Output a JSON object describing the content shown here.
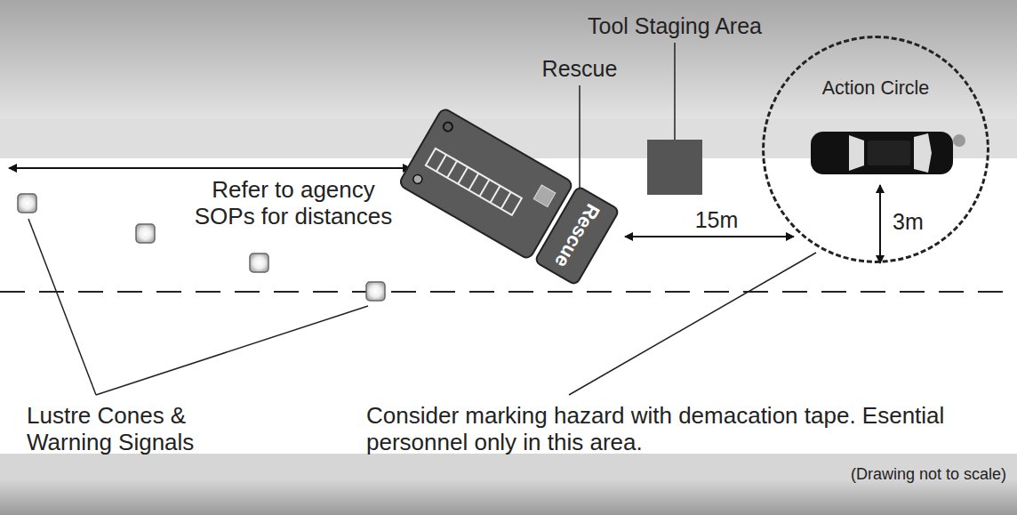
{
  "diagram": {
    "nodes": [
      {
        "text": [
          "Rescue"
        ]
      },
      {
        "text": [
          "Action Circle"
        ]
      }
    ],
    "labels": [
      "Tool Staging Area",
      "Rescue",
      "Refer to agency SOPs for distances",
      "15m",
      "3m",
      "Lustre Cones & Warning Signals",
      "Consider marking hazard with demacation tape. Esential personnel only in this area.",
      "(Drawing not to scale)"
    ]
  }
}
